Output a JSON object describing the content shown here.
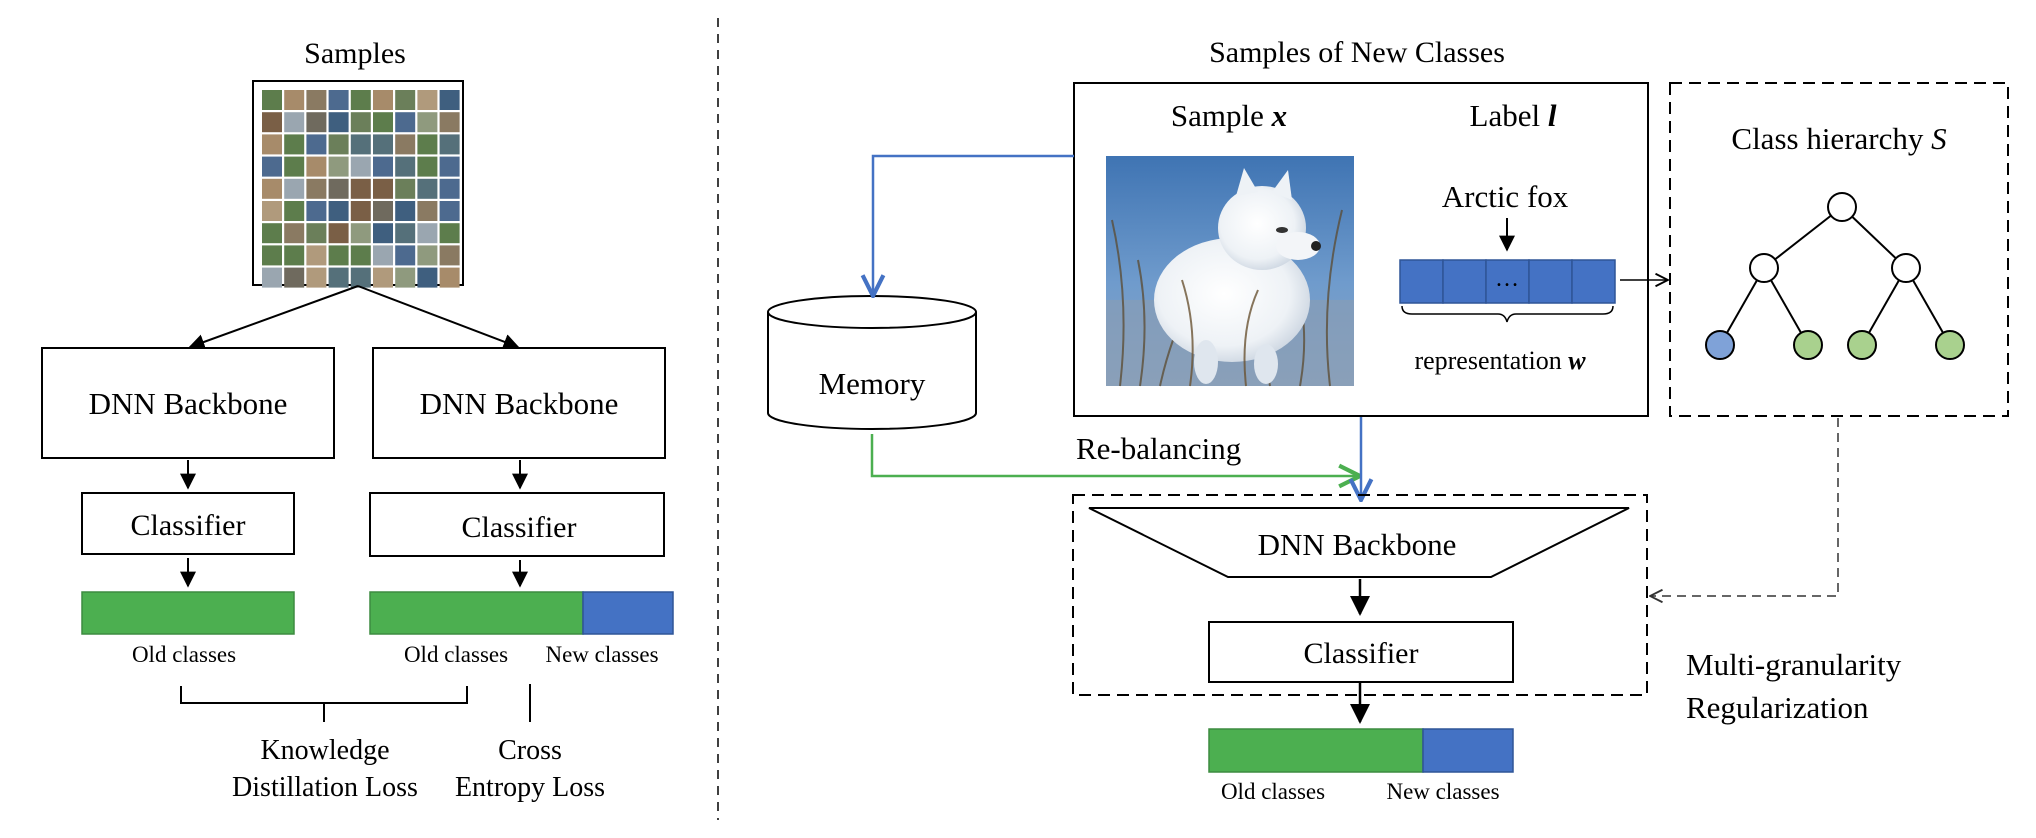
{
  "left": {
    "samples_label": "Samples",
    "backbone_1": "DNN Backbone",
    "backbone_2": "DNN Backbone",
    "classifier_1": "Classifier",
    "classifier_2": "Classifier",
    "old_classes_1": "Old classes",
    "old_classes_2": "Old classes",
    "new_classes_2": "New classes",
    "kd_loss_line1": "Knowledge",
    "kd_loss_line2": "Distillation Loss",
    "ce_loss_line1": "Cross",
    "ce_loss_line2": "Entropy Loss"
  },
  "right": {
    "samples_title": "Samples of New Classes",
    "sample_label": "Sample ",
    "sample_symbol": "x",
    "label_label": "Label ",
    "label_symbol": "l",
    "class_name": "Arctic fox",
    "vector_ellipsis": "…",
    "representation_label": "representation ",
    "representation_symbol": "w",
    "hierarchy_label": "Class hierarchy ",
    "hierarchy_symbol": "S",
    "memory_label": "Memory",
    "rebalancing_label": "Re-balancing",
    "backbone": "DNN Backbone",
    "classifier": "Classifier",
    "regularization_line1": "Multi-granularity",
    "regularization_line2": "Regularization",
    "old_classes": "Old classes",
    "new_classes": "New classes"
  },
  "colors": {
    "old_class_green": "#4caf50",
    "new_class_blue": "#4472c4",
    "leaf_blue": "#7fa2d8",
    "leaf_green": "#a9d18e",
    "memory_arrow_blue": "#4472c4",
    "rebalancing_arrow_green": "#4caf50"
  },
  "icons": {
    "sample_grid": "image-thumbnail-grid",
    "fox_photo": "arctic-fox-photo",
    "memory": "database-cylinder-icon"
  }
}
